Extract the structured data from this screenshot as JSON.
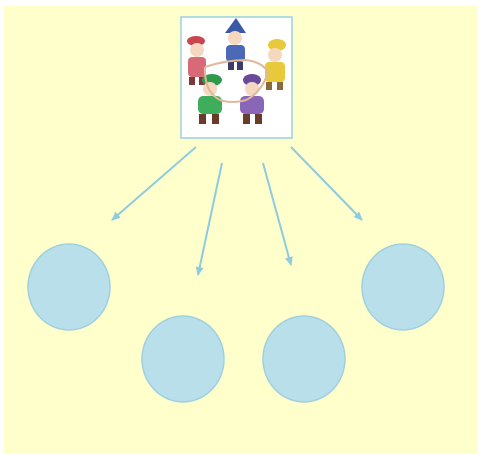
{
  "diagram": {
    "image": {
      "icon": "elves-circle-illustration",
      "border_color": "#9ccfe0",
      "figures": [
        {
          "name": "elf-blue",
          "color": "#4a6ab8"
        },
        {
          "name": "elf-red",
          "color": "#d86a78"
        },
        {
          "name": "elf-yellow",
          "color": "#e8c93a"
        },
        {
          "name": "elf-green",
          "color": "#3fae5c"
        },
        {
          "name": "elf-purple",
          "color": "#8a66b8"
        }
      ]
    },
    "arrow_color": "#8ecbe0",
    "circle_fill": "#b8dfea",
    "circle_stroke": "#9fd0e0",
    "background": "#ffffcc"
  }
}
